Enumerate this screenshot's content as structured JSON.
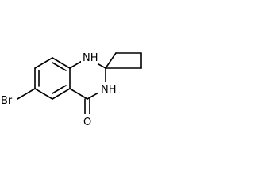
{
  "structure": {
    "atoms": {
      "n1": "NH",
      "n3": "NH",
      "o": "O",
      "br": "Br"
    },
    "colors": {
      "bond": "#000000",
      "label": "#000000",
      "background": "#ffffff"
    }
  }
}
